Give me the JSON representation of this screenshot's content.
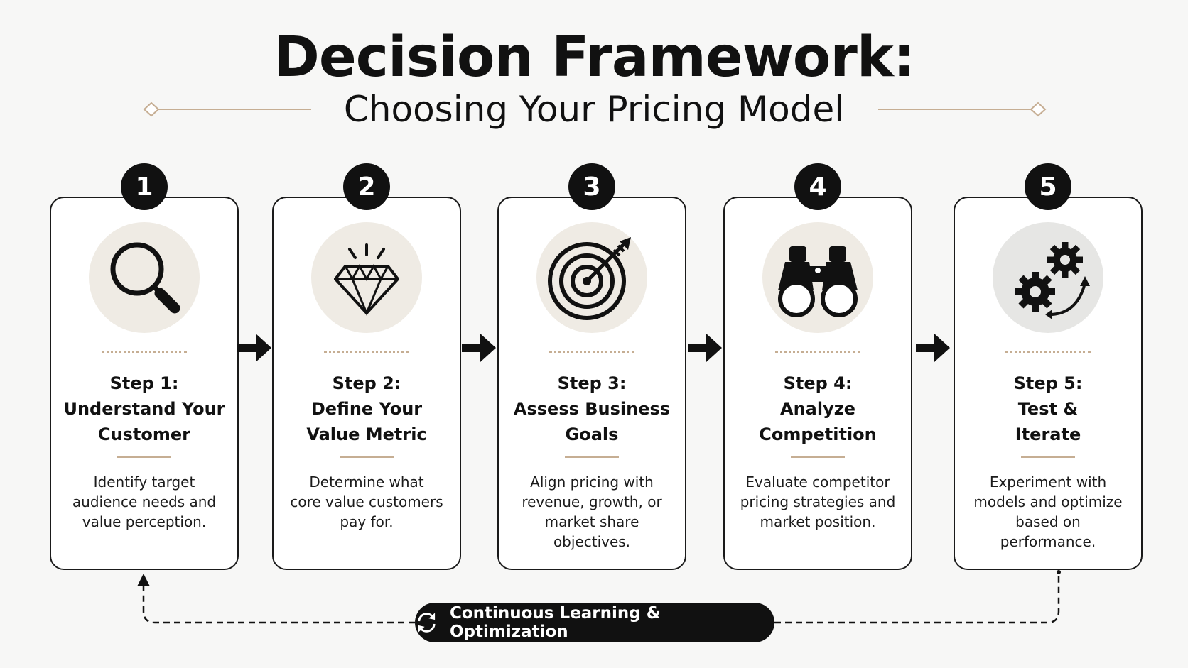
{
  "header": {
    "title": "Decision Framework:",
    "subtitle": "Choosing Your Pricing Model"
  },
  "colors": {
    "accent": "#c6ae93",
    "badge": "#111111",
    "icon_circle": "#efebe4"
  },
  "steps": [
    {
      "number": "1",
      "icon": "magnifying-glass-icon",
      "title_lines": [
        "Step 1:",
        "Understand Your",
        "Customer"
      ],
      "desc_lines": [
        "Identify target",
        "audience needs and",
        "value perception."
      ]
    },
    {
      "number": "2",
      "icon": "diamond-icon",
      "title_lines": [
        "Step 2:",
        "Define Your",
        "Value Metric"
      ],
      "desc_lines": [
        "Determine what",
        "core value customers",
        "pay for."
      ]
    },
    {
      "number": "3",
      "icon": "target-icon",
      "title_lines": [
        "Step 3:",
        "Assess Business",
        "Goals"
      ],
      "desc_lines": [
        "Align pricing with",
        "revenue, growth, or",
        "market share",
        "objectives."
      ]
    },
    {
      "number": "4",
      "icon": "binoculars-icon",
      "title_lines": [
        "Step 4:",
        "Analyze",
        "Competition"
      ],
      "desc_lines": [
        "Evaluate competitor",
        "pricing strategies and",
        "market position."
      ]
    },
    {
      "number": "5",
      "icon": "gears-icon",
      "title_lines": [
        "Step 5:",
        "Test &",
        "Iterate"
      ],
      "desc_lines": [
        "Experiment with",
        "models and optimize",
        "based on",
        "performance."
      ]
    }
  ],
  "loop": {
    "label": "Continuous Learning & Optimization",
    "icon": "cycle-icon"
  }
}
